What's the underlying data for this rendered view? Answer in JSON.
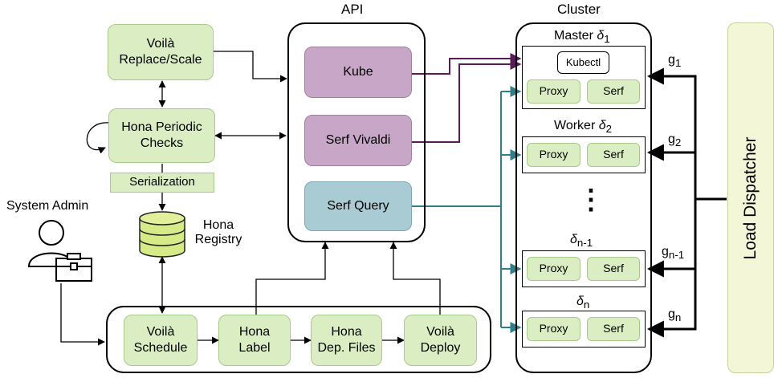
{
  "api": {
    "title": "API",
    "kube": "Kube",
    "serf_vivaldi": "Serf Vivaldi",
    "serf_query": "Serf Query"
  },
  "cluster": {
    "title": "Cluster",
    "master": {
      "name": "Master",
      "delta": "δ",
      "sub": "1",
      "kubectl": "Kubectl"
    },
    "worker": {
      "name": "Worker",
      "delta": "δ",
      "sub": "2"
    },
    "node_n1": {
      "delta": "δ",
      "sub": "n-1"
    },
    "node_n": {
      "delta": "δ",
      "sub": "n"
    },
    "proxy": "Proxy",
    "serf": "Serf",
    "ellipsis": "⋮"
  },
  "left": {
    "voila_replace": "Voilà\nReplace/Scale",
    "hona_checks": "Hona Periodic\nChecks",
    "serialization": "Serialization",
    "registry_label": "Hona\nRegistry",
    "system_admin": "System Admin"
  },
  "pipeline": {
    "schedule": "Voilà\nSchedule",
    "label": "Hona\nLabel",
    "dep_files": "Hona\nDep. Files",
    "deploy": "Voilà\nDeploy"
  },
  "dispatcher": {
    "label": "Load Dispatcher",
    "g1": "g",
    "g1_sub": "1",
    "g2": "g",
    "g2_sub": "2",
    "gn1": "g",
    "gn1_sub": "n-1",
    "gn": "g",
    "gn_sub": "n"
  },
  "colors": {
    "green": "#dbeec3",
    "purple": "#c7a6c7",
    "teal": "#a9cbd4",
    "purple_line": "#5b1a5b",
    "teal_line": "#2e7f89",
    "dispatcher": "#f3f7d8"
  }
}
